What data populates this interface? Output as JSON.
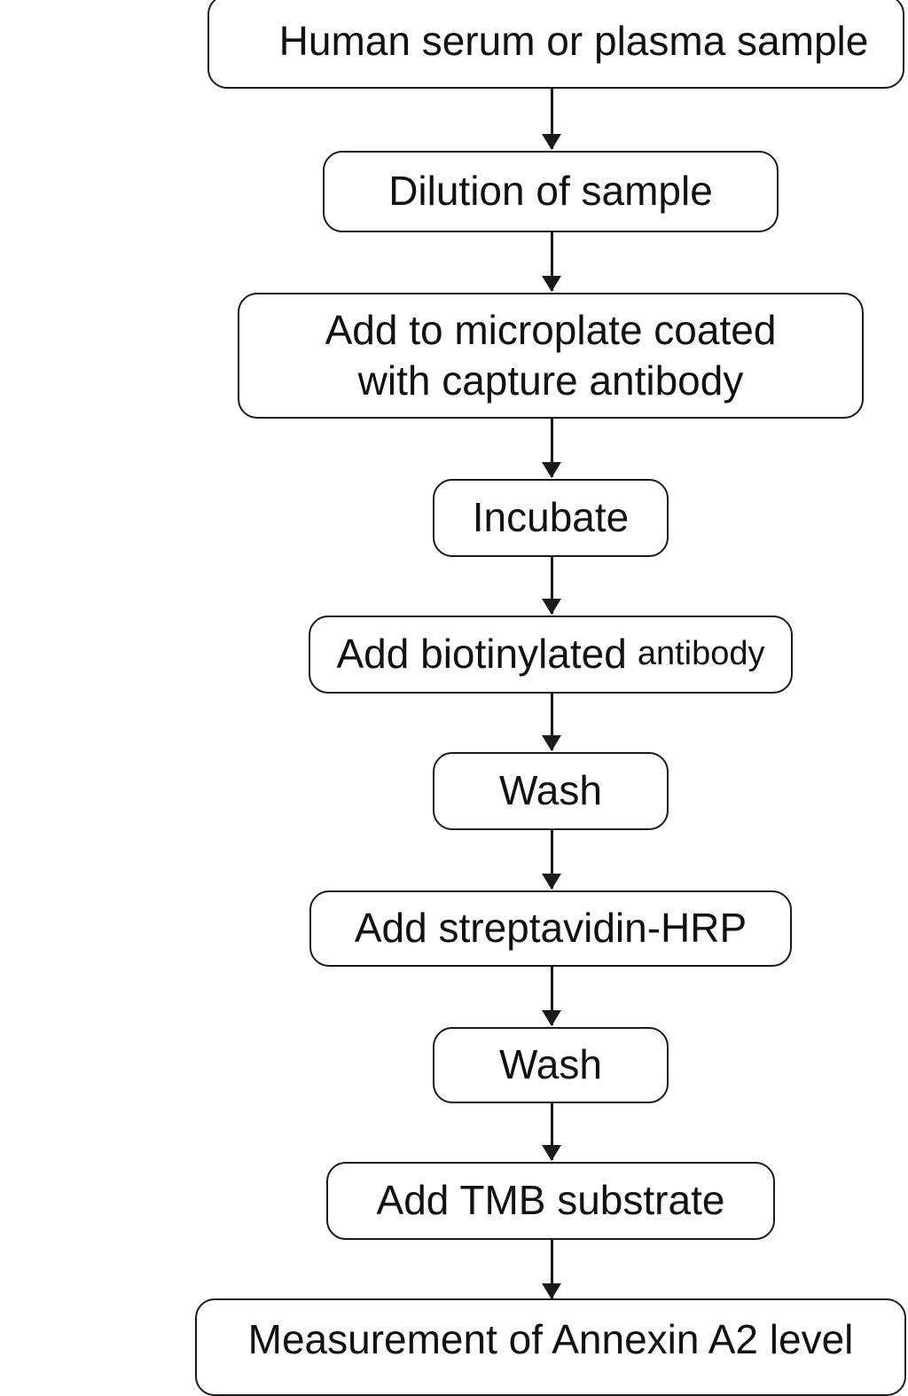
{
  "steps": [
    {
      "text": "Human serum or plasma sample"
    },
    {
      "text": "Dilution of sample"
    },
    {
      "line1": "Add to microplate coated",
      "line2": "with capture antibody"
    },
    {
      "text": "Incubate"
    },
    {
      "main": "Add biotinylated",
      "small": "antibody"
    },
    {
      "text": "Wash"
    },
    {
      "text": "Add streptavidin-HRP"
    },
    {
      "text": "Wash"
    },
    {
      "text": "Add TMB substrate"
    },
    {
      "text": "Measurement of Annexin A2 level"
    }
  ]
}
